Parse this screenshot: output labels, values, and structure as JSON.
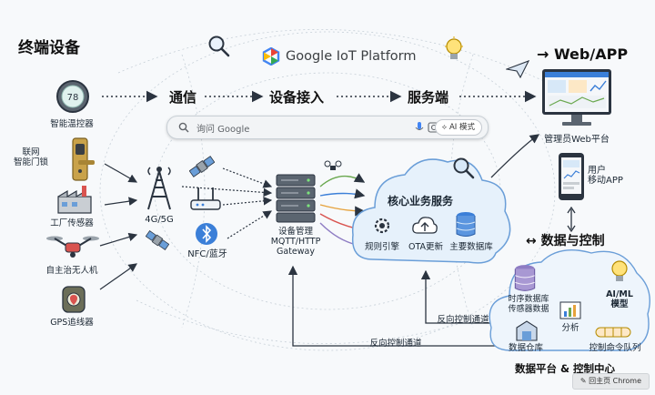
{
  "header": {
    "devices_title": "终端设备",
    "platform_name": "Google IoT Platform",
    "webapp_title": "→ Web/APP"
  },
  "flow": {
    "stage_comm": "通信",
    "stage_access": "设备接入",
    "stage_server": "服务端"
  },
  "devices": [
    {
      "label": "智能温控器",
      "icon": "thermostat-icon"
    },
    {
      "label": "联网\n智能门锁",
      "icon": "door-lock-icon"
    },
    {
      "label": "工厂传感器",
      "icon": "factory-icon"
    },
    {
      "label": "自主治无人机",
      "icon": "drone-icon"
    },
    {
      "label": "GPS追线器",
      "icon": "gps-tracker-icon"
    }
  ],
  "comm": {
    "cellular_label": "4G/5G",
    "nfc_label": "NFC/蓝牙"
  },
  "gateway": {
    "label_line1": "设备管理",
    "label_line2": "MQTT/HTTP",
    "label_line3": "Gateway"
  },
  "cloud": {
    "title": "核心业务服务",
    "services": [
      "规则引擎",
      "OTA更新",
      "主要数据库"
    ]
  },
  "search": {
    "placeholder": "询问 Google",
    "ai_mode_label": "AI 模式"
  },
  "web": {
    "admin_label": "管理员Web平台",
    "mobile_label": "用户\n移动APP",
    "data_control_title": "↔ 数据与控制"
  },
  "platform": {
    "tsdb_label": "时序数据库\n传感器数据",
    "aiml_label": "AI/ML\n模型",
    "analysis_label": "分析",
    "warehouse_label": "数据仓库",
    "queue_label": "控制命令队列",
    "title": "数据平台 & 控制中心"
  },
  "reverse": {
    "channel_label_upper": "反向控制通道",
    "channel_label_lower": "反向控制通道"
  },
  "badge": {
    "label": "回主页 Chrome"
  },
  "colors": {
    "accent_blue": "#3b7fd8",
    "cloud_fill": "#e6f1fb",
    "line_dark": "#2b3440"
  }
}
